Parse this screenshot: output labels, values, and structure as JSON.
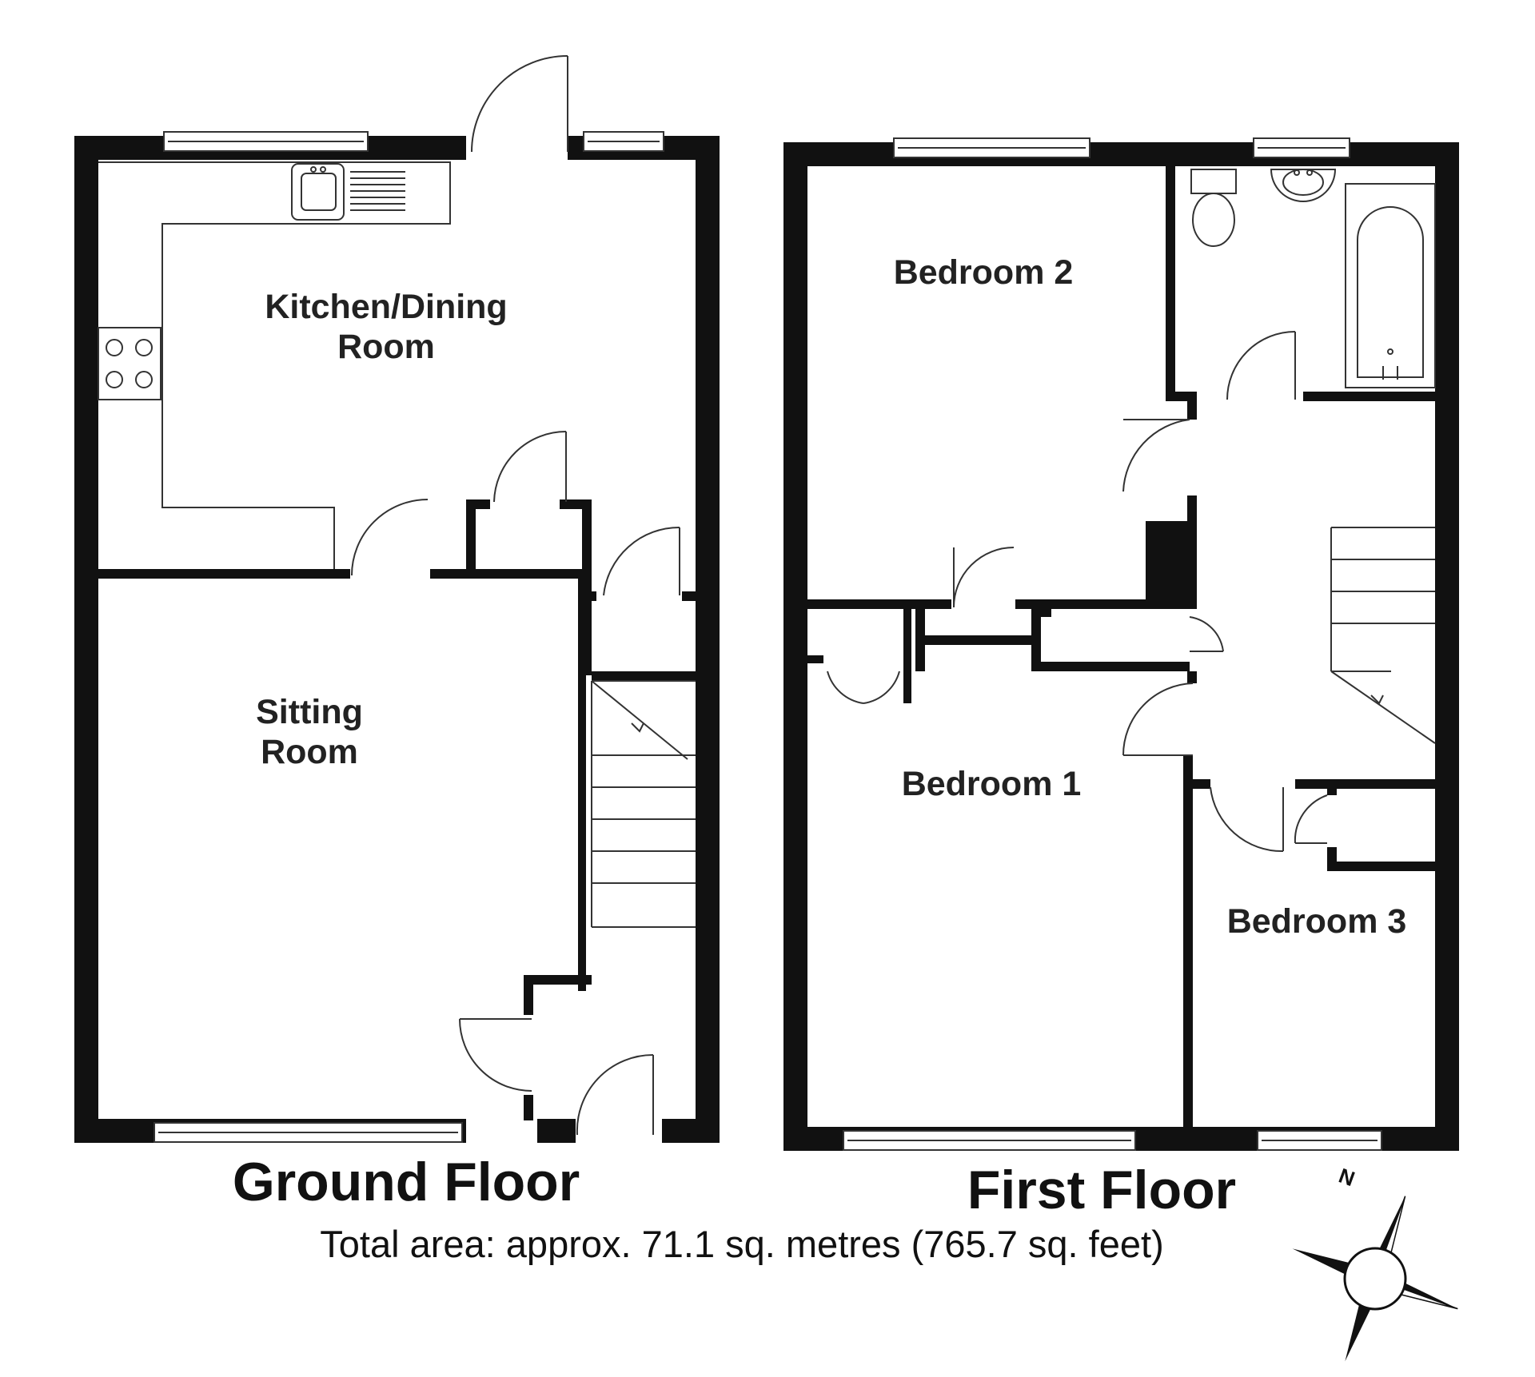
{
  "floors": {
    "ground": {
      "title": "Ground Floor",
      "rooms": [
        {
          "lines": [
            "Kitchen/Dining",
            "Room"
          ]
        },
        {
          "lines": [
            "Sitting",
            "Room"
          ]
        }
      ]
    },
    "first": {
      "title": "First Floor",
      "rooms": [
        {
          "lines": [
            "Bedroom 2"
          ]
        },
        {
          "lines": [
            "Bedroom 1"
          ]
        },
        {
          "lines": [
            "Bedroom 3"
          ]
        }
      ]
    }
  },
  "total_area": "Total area: approx. 71.1 sq. metres (765.7 sq. feet)",
  "compass": {
    "north_label": "N"
  },
  "colors": {
    "wall": "#111111",
    "line": "#333333",
    "background": "#ffffff"
  }
}
